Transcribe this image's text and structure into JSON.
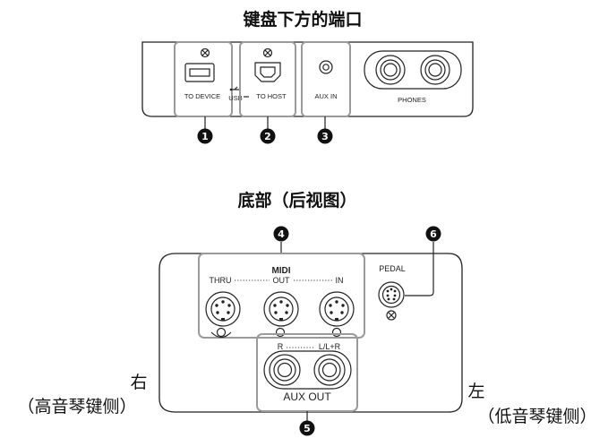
{
  "top_section": {
    "title": "键盘下方的端口",
    "labels": {
      "to_device": "TO DEVICE",
      "usb": "USB",
      "to_host": "TO HOST",
      "aux_in": "AUX IN",
      "phones": "PHONES"
    },
    "callouts": [
      "1",
      "2",
      "3"
    ]
  },
  "bottom_section": {
    "title": "底部（后视图）",
    "midi": {
      "heading": "MIDI",
      "thru": "THRU",
      "out": "OUT",
      "in": "IN"
    },
    "pedal": "PEDAL",
    "aux_out": {
      "channel_r": "R",
      "channel_l": "L/L+R",
      "label": "AUX OUT"
    },
    "callouts": [
      "4",
      "5",
      "6"
    ],
    "side_right": {
      "char": "右",
      "caption": "（高音琴键侧）"
    },
    "side_left": {
      "char": "左",
      "caption": "（低音琴键侧）"
    }
  },
  "colors": {
    "frame": "#9a9a9a",
    "ink": "#222222",
    "callout_fill": "#111111"
  }
}
